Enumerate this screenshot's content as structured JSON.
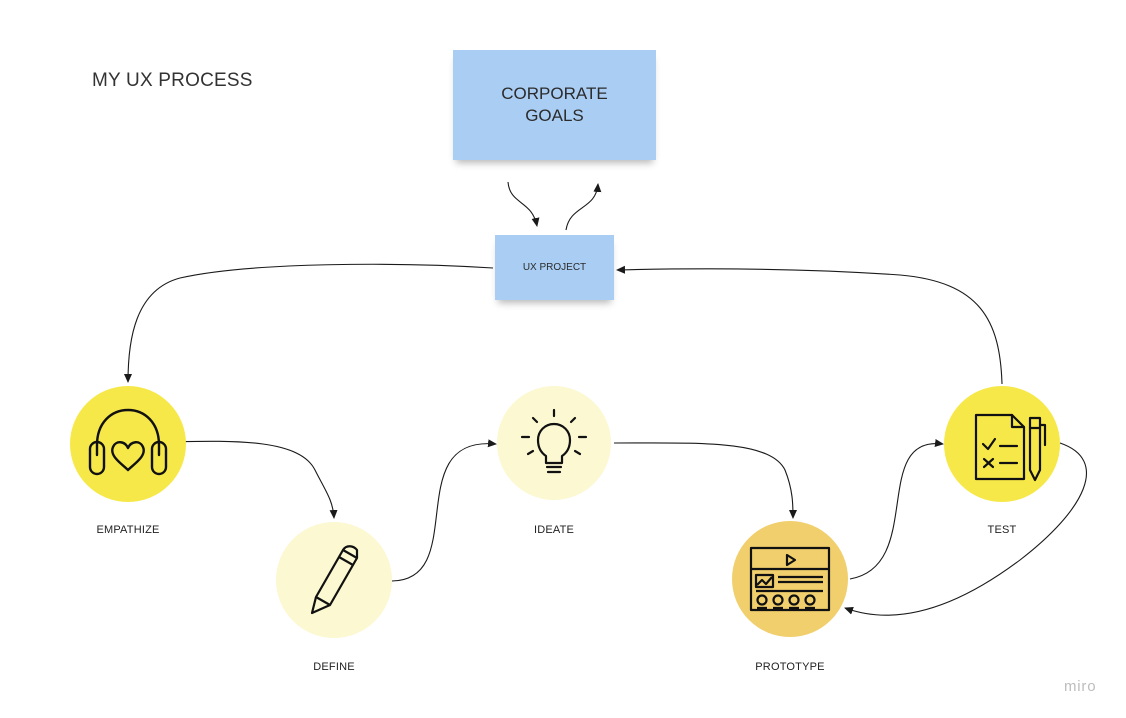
{
  "title": "MY UX PROCESS",
  "stickies": {
    "goals": "CORPORATE\nGOALS",
    "project": "UX PROJECT"
  },
  "steps": [
    {
      "label": "EMPATHIZE",
      "icon": "headphones-heart-icon",
      "color": "#f7e84a"
    },
    {
      "label": "DEFINE",
      "icon": "pencil-icon",
      "color": "#fbf8d2"
    },
    {
      "label": "IDEATE",
      "icon": "lightbulb-icon",
      "color": "#fbf8d2"
    },
    {
      "label": "PROTOTYPE",
      "icon": "wireframe-icon",
      "color": "#f0cf6c"
    },
    {
      "label": "TEST",
      "icon": "checklist-icon",
      "color": "#f7e84a"
    }
  ],
  "sticky_color": "#a9cdf3",
  "watermark": "miro"
}
